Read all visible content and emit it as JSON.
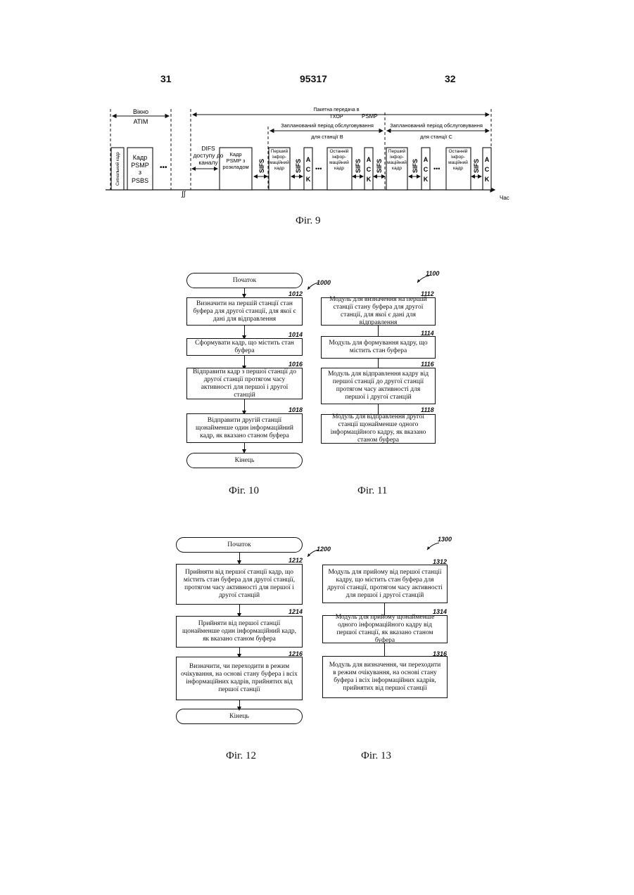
{
  "header": {
    "page_left": "31",
    "patent_no": "95317",
    "page_right": "32"
  },
  "fig9": {
    "caption": "Фіг. 9",
    "atim_window": "Вікно ATIM",
    "txop_line1": "Пакетна передача в",
    "txop_line2": "TXOP",
    "psmp": "PSMP",
    "sched_b_1": "Запланований період обслуговування",
    "sched_b_2": "для станції B",
    "sched_c_1": "Запланований період обслуговування",
    "sched_c_2": "для станції C",
    "beacon": "Сигнальний кадр",
    "psmp_psbs_1": "Кадр",
    "psmp_psbs_2": "PSMP",
    "psmp_psbs_3": "з",
    "psmp_psbs_4": "PSBS",
    "difs_1": "DIFS",
    "difs_2": "доступу до",
    "difs_3": "каналу",
    "psmp_sched_1": "Кадр",
    "psmp_sched_2": "PSMP з",
    "psmp_sched_3": "розкладом",
    "sifs": "SIFS",
    "first_info_1": "Перший",
    "first_info_2": "інфор-",
    "first_info_3": "маційний",
    "first_info_4": "кадр",
    "last_info_1": "Останній",
    "last_info_2": "інфор-",
    "last_info_3": "маційний",
    "last_info_4": "кадр",
    "ack_a": "A",
    "ack_c": "C",
    "ack_k": "K",
    "dots": "•••",
    "time": "Час"
  },
  "fig10": {
    "caption": "Фіг. 10",
    "ref": "1000",
    "start": "Початок",
    "end": "Кінець",
    "steps": [
      {
        "num": "1012",
        "text": "Визначити на першій станції стан буфера для другої станції, для якої є дані для відправлення"
      },
      {
        "num": "1014",
        "text": "Сформувати кадр, що містить стан буфера"
      },
      {
        "num": "1016",
        "text": "Відправити кадр з першої станції до другої станції протягом часу активності для першої і другої станцій"
      },
      {
        "num": "1018",
        "text": "Відправити другій станції щонайменше один інформаційний кадр, як вказано станом буфера"
      }
    ]
  },
  "fig11": {
    "caption": "Фіг. 11",
    "ref": "1100",
    "steps": [
      {
        "num": "1112",
        "text": "Модуль для визначення на першій станції стану буфера для другої станції, для якої є дані для відправлення"
      },
      {
        "num": "1114",
        "text": "Модуль для формування кадру, що містить стан буфера"
      },
      {
        "num": "1116",
        "text": "Модуль для відправлення кадру від першої станції до другої станції протягом часу активності для першої і другої станцій"
      },
      {
        "num": "1118",
        "text": "Модуль для відправлення другої станції щонайменше одного інформаційного кадру, як вказано станом буфера"
      }
    ]
  },
  "fig12": {
    "caption": "Фіг. 12",
    "ref": "1200",
    "start": "Початок",
    "end": "Кінець",
    "steps": [
      {
        "num": "1212",
        "text": "Прийняти від першої станції кадр, що містить стан буфера для другої станції, протягом часу активності для першої і другої станцій"
      },
      {
        "num": "1214",
        "text": "Прийняти від першої станції щонайменше один інформаційний кадр, як вказано станом буфера"
      },
      {
        "num": "1216",
        "text": "Визначити, чи переходити в режим очікування, на основі стану буфера і всіх інформаційних кадрів, прийнятих від першої станції"
      }
    ]
  },
  "fig13": {
    "caption": "Фіг. 13",
    "ref": "1300",
    "steps": [
      {
        "num": "1312",
        "text": "Модуль для прийому від першої станції кадру, що містить стан буфера для другої станції, протягом часу активності для першої і другої станцій"
      },
      {
        "num": "1314",
        "text": "Модуль для прийому щонайменше одного інформаційного кадру від першої станції, як вказано станом буфера"
      },
      {
        "num": "1316",
        "text": "Модуль для визначення, чи переходити в режим очікування, на основі стану буфера і всіх інформаційних кадрів, прийнятих від першої станції"
      }
    ]
  }
}
